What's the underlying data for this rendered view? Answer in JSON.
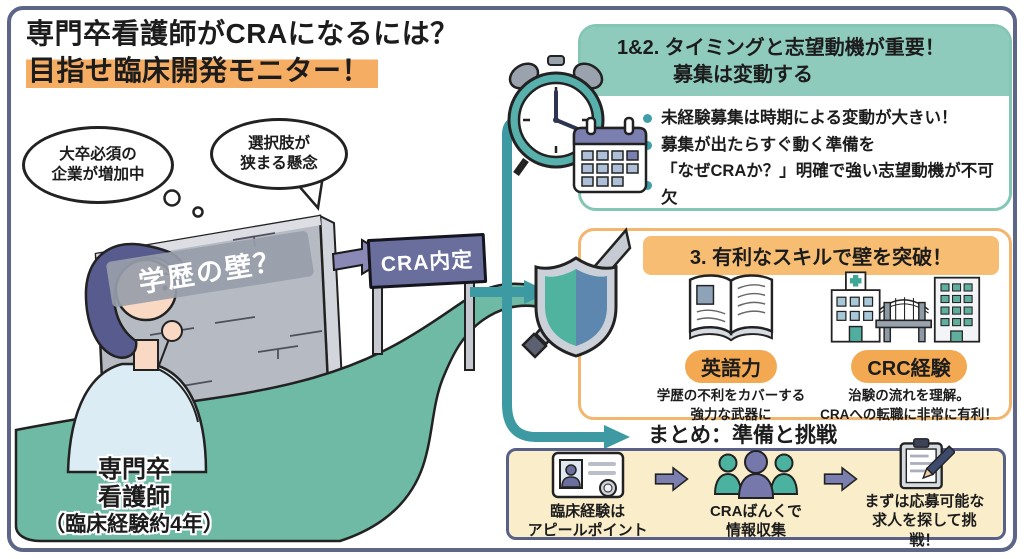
{
  "title": {
    "line1": "専門卒看護師がCRAになるには？",
    "line2": "目指せ臨床開発モニター！"
  },
  "scene": {
    "thought_bubble": {
      "line1": "大卒必須の",
      "line2": "企業が増加中"
    },
    "speech_bubble": {
      "line1": "選択肢が",
      "line2": "狭まる懸念"
    },
    "wall_label": "学歴の壁？",
    "sign_label": "CRA内定",
    "person_label": {
      "line1": "専門卒",
      "line2": "看護師",
      "line3": "（臨床経験約4年）"
    }
  },
  "section_timing": {
    "heading_line1": "1&2. タイミングと志望動機が重要！",
    "heading_line2": "募集は変動する",
    "bullets": [
      "未経験募集は時期による変動が大きい！",
      "募集が出たらすぐ動く準備を",
      "「なぜCRAか？」明確で強い志望動機が不可欠"
    ]
  },
  "section_skills": {
    "heading": "3. 有利なスキルで壁を突破！",
    "skills": [
      {
        "label": "英語力",
        "desc_line1": "学歴の不利をカバーする",
        "desc_line2": "強力な武器に"
      },
      {
        "label": "CRC経験",
        "desc_line1": "治験の流れを理解。",
        "desc_line2": "CRAへの転職に非常に有利！"
      }
    ]
  },
  "section_summary": {
    "heading": "まとめ：準備と挑戦",
    "steps": [
      {
        "line1": "臨床経験は",
        "line2": "アピールポイント"
      },
      {
        "line1": "CRAばんくで",
        "line2": "情報収集"
      },
      {
        "line1": "まずは応募可能な",
        "line2": "求人を探して挑戦！"
      }
    ]
  },
  "icons": {
    "alarm_clock": "alarm-clock-icon",
    "calendar": "calendar-icon",
    "shield_sword": "shield-sword-icon",
    "open_book": "open-book-icon",
    "hospital_bridge_building": "hospital-bridge-building-icon",
    "id_card": "id-card-icon",
    "people_group": "people-group-icon",
    "clipboard_pencil": "clipboard-pencil-icon"
  },
  "colors": {
    "frame": "#5d6687",
    "teal": "#3d9aa3",
    "teal_header": "#8fcbbc",
    "teal_border": "#83c6b4",
    "orange_header": "#f7bd72",
    "orange_pill": "#f3a952",
    "orange_highlight": "#f5ad63",
    "purple_arrow": "#8a88b5",
    "sign_purple": "#6a6e9d",
    "green_path": "#6fbaa5",
    "cream": "#faeeca",
    "wall_gray": "#b6bac3"
  }
}
